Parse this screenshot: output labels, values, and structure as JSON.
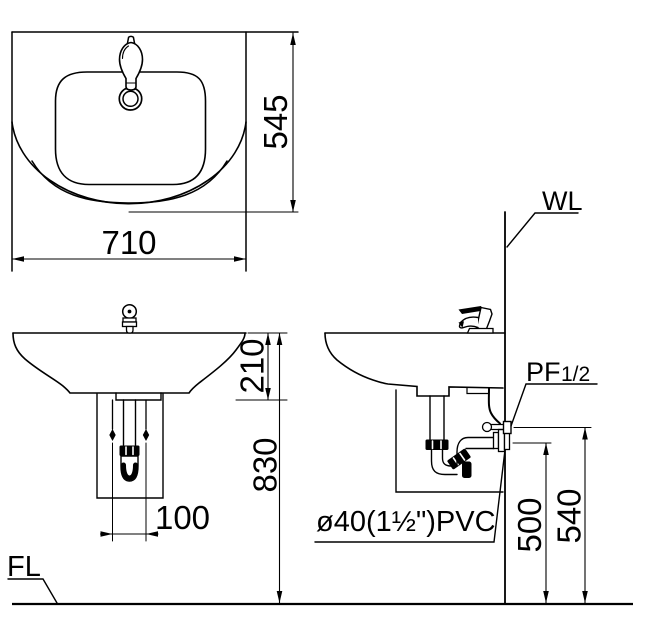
{
  "drawing": {
    "top_view": {
      "width_dim": "710",
      "depth_dim": "545"
    },
    "front_view": {
      "basin_height_dim": "210",
      "install_height_dim": "830",
      "supply_spacing_dim": "100",
      "floor_label": "FL"
    },
    "side_view": {
      "wall_label": "WL",
      "pf_label_main": "PF",
      "pf_label_size": "1/2",
      "pvc_label": "ø40(1½\")PVC",
      "drain_height_dim": "500",
      "supply_height_dim": "540"
    },
    "colors": {
      "line": "#000000",
      "background": "#ffffff"
    }
  }
}
